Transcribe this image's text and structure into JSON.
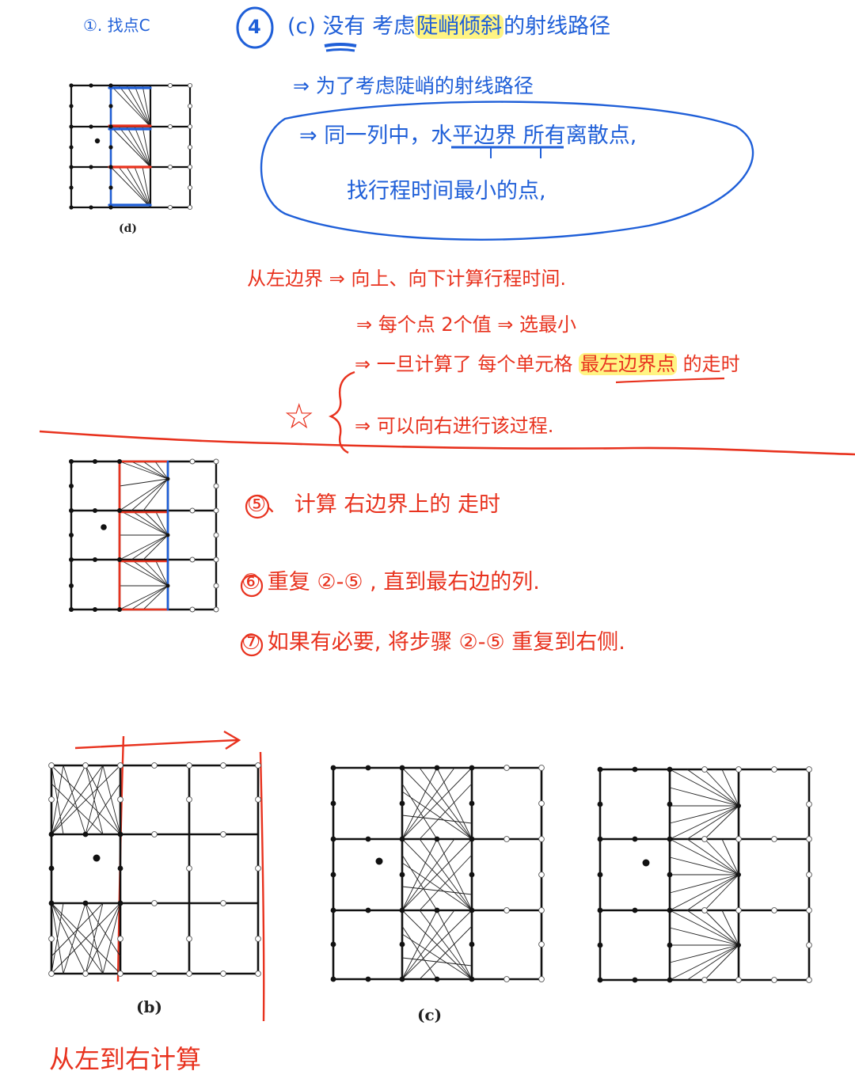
{
  "notes": {
    "top_left_label": "①. 找点C",
    "step4_number": "4",
    "step4_line1_prefix": "(c) ",
    "step4_line1_not": "没有",
    "step4_line1_mid": " 考虑",
    "step4_line1_highlight": "陡峭倾斜",
    "step4_line1_suffix": "的射线路径",
    "step4_line2": "⇒ 为了考虑陡峭的射线路径",
    "step4_box_line1_prefix": "⇒ 同一列中，",
    "step4_box_line1_underlined": "水平边界",
    "step4_box_line1_suffix": "  所有离散点,",
    "step4_box_line2": "找行程时间最小的点,",
    "left_boundary_line1": "从左边界 ⇒ 向上、向下计算行程时间.",
    "left_boundary_line2": "⇒ 每个点 2个值  ⇒ 选最小",
    "left_boundary_line3_prefix": "⇒ 一旦计算了 每个单元格 ",
    "left_boundary_line3_highlight": "最左边界点",
    "left_boundary_line3_suffix": " 的走时",
    "left_boundary_line4": "⇒ 可以向右进行该过程.",
    "star_mark": "☆",
    "step5": "⑤、 计算 右边界上的 走时",
    "step6": "⑥ 重复 ②-⑤ , 直到最右边的列.",
    "step7": "⑦ 如果有必要, 将步骤 ②-⑤ 重复到右侧.",
    "bottom_note": "从左到右计算"
  },
  "captions": {
    "fig_d": "(d)",
    "fig_b": "(b)",
    "fig_c": "(c)"
  },
  "colors": {
    "blue_ink": "#1f5fd8",
    "red_ink": "#e8321e",
    "highlight": "#fff05a",
    "grid": "#111111"
  }
}
